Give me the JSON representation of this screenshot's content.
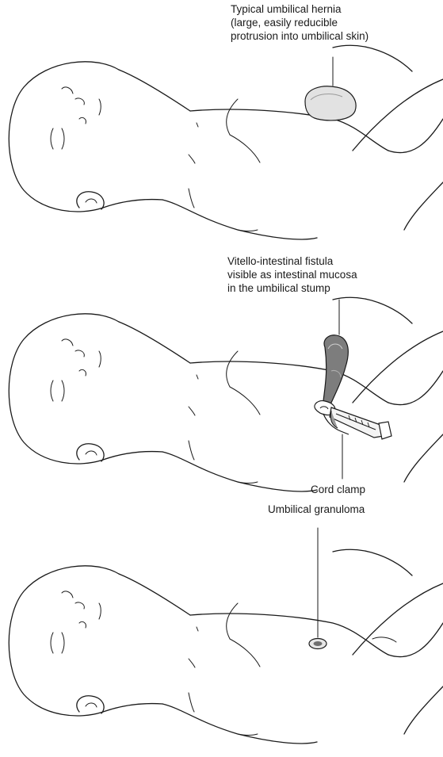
{
  "panels": [
    {
      "id": "hernia",
      "label_lines": [
        "Typical umbilical hernia",
        "(large, easily reducible",
        "protrusion into umbilical skin)"
      ]
    },
    {
      "id": "fistula",
      "label_lines": [
        "Vitello-intestinal fistula",
        "visible as intestinal mucosa",
        "in the umbilical stump"
      ],
      "clamp_label": "Cord clamp"
    },
    {
      "id": "granuloma",
      "label_lines": [
        "Umbilical granuloma"
      ]
    }
  ],
  "colors": {
    "ink": "#1a1a1a",
    "shade": "#8a8a8a",
    "light_shade": "#d8d8d8"
  }
}
